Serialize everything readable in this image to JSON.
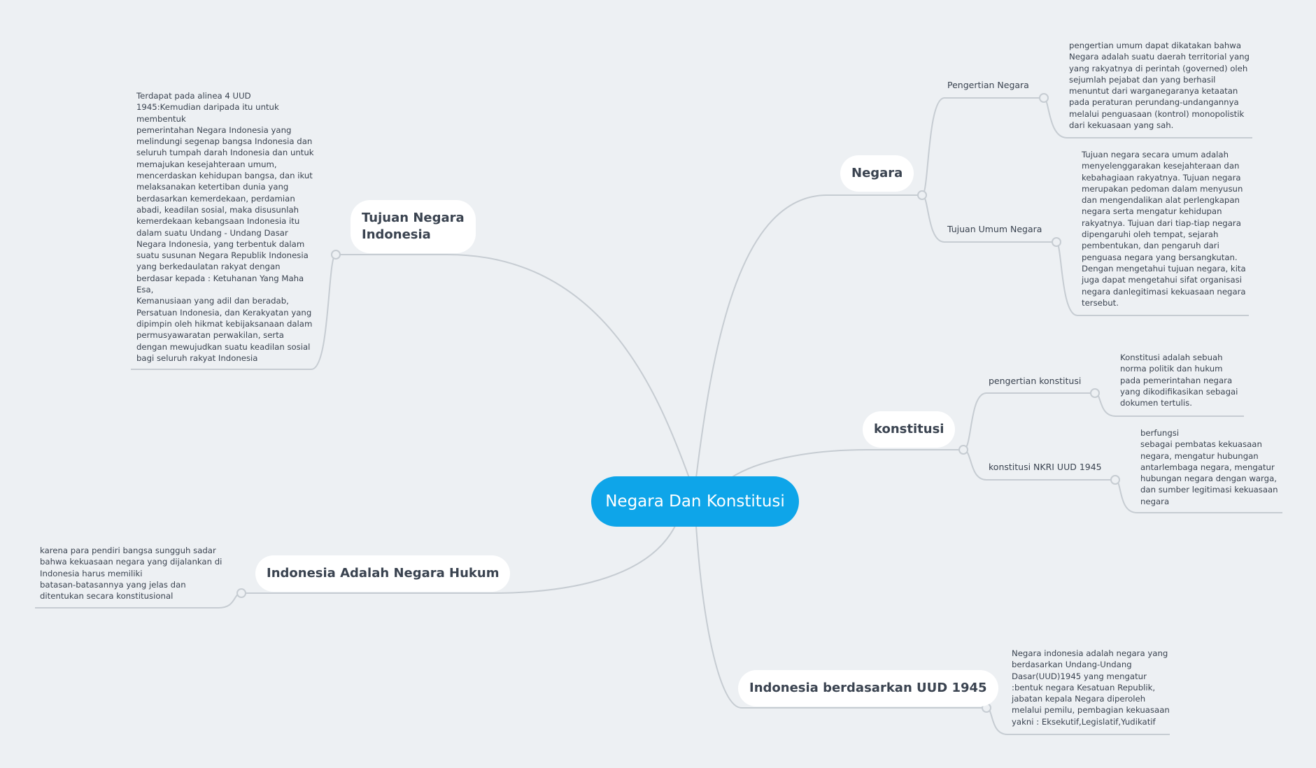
{
  "central": "Negara Dan Konstitusi",
  "branches": {
    "negara": {
      "title": "Negara",
      "pengertian_label": "Pengertian Negara",
      "pengertian_text": "pengertian umum dapat dikatakan bahwa\nNegara adalah suatu daerah territorial yang\nyang rakyatnya di perintah (governed) oleh\nsejumlah pejabat dan yang berhasil\nmenuntut dari warganegaranya ketaatan\npada peraturan perundang-undangannya\nmelalui penguasaan (kontrol) monopolistik\ndari kekuasaan yang sah.",
      "tujuan_label": "Tujuan Umum Negara",
      "tujuan_text": "Tujuan negara secara umum adalah\nmenyelenggarakan kesejahteraan dan\nkebahagiaan rakyatnya. Tujuan negara\nmerupakan pedoman dalam menyusun\ndan mengendalikan alat perlengkapan\nnegara serta mengatur kehidupan\nrakyatnya. Tujuan dari tiap-tiap negara\ndipengaruhi oleh tempat, sejarah\npembentukan, dan pengaruh dari\npenguasa negara yang bersangkutan.\nDengan mengetahui tujuan negara, kita\njuga dapat mengetahui sifat organisasi\nnegara danlegitimasi kekuasaan negara\ntersebut."
    },
    "konstitusi": {
      "title": "konstitusi",
      "pengertian_label": "pengertian konstitusi",
      "pengertian_text": "Konstitusi adalah sebuah\nnorma politik dan hukum\npada pemerintahan negara\nyang dikodifikasikan sebagai\ndokumen tertulis.",
      "nkri_label": "konstitusi NKRI UUD 1945",
      "nkri_text": "berfungsi\nsebagai pembatas kekuasaan\nnegara, mengatur hubungan\nantarlembaga negara, mengatur\nhubungan negara dengan warga,\ndan sumber legitimasi kekuasaan\nnegara"
    },
    "uud": {
      "title": "Indonesia berdasarkan UUD 1945",
      "text": "Negara indonesia adalah negara yang\nberdasarkan Undang-Undang\nDasar(UUD)1945 yang mengatur\n:bentuk negara Kesatuan Republik,\njabatan kepala Negara diperoleh\nmelalui pemilu, pembagian kekuasaan\nyakni : Eksekutif,Legislatif,Yudikatif"
    },
    "tujuan": {
      "title": "Tujuan Negara\nIndonesia",
      "text": "Terdapat pada alinea 4 UUD\n1945:Kemudian daripada itu untuk\nmembentuk\npemerintahan Negara Indonesia yang\nmelindungi segenap bangsa Indonesia dan\nseluruh tumpah darah Indonesia dan untuk\nmemajukan kesejahteraan umum,\nmencerdaskan kehidupan bangsa, dan ikut\nmelaksanakan ketertiban dunia yang\nberdasarkan kemerdekaan, perdamian\nabadi, keadilan sosial, maka disusunlah\nkemerdekaan kebangsaan Indonesia itu\ndalam suatu Undang - Undang Dasar\nNegara Indonesia, yang terbentuk dalam\nsuatu susunan Negara Republik Indonesia\nyang berkedaulatan rakyat dengan\nberdasar kepada : Ketuhanan Yang Maha\nEsa,\nKemanusiaan yang adil dan beradab,\nPersatuan Indonesia, dan Kerakyatan yang\ndipimpin oleh hikmat kebijaksanaan dalam\npermusyawaratan perwakilan, serta\ndengan mewujudkan suatu keadilan sosial\nbagi seluruh rakyat Indonesia"
    },
    "hukum": {
      "title": "Indonesia Adalah Negara Hukum",
      "text": "karena para pendiri bangsa sungguh sadar\nbahwa kekuasaan negara yang dijalankan di\nIndonesia harus memiliki\nbatasan-batasannya yang jelas dan\nditentukan secara konstitusional"
    }
  }
}
